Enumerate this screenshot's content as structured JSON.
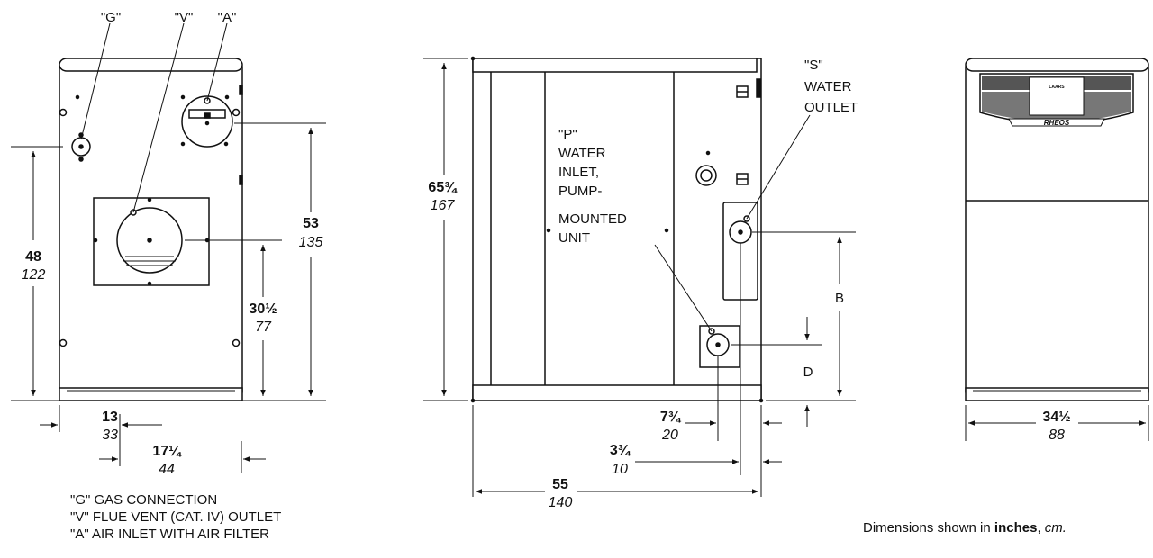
{
  "labels": {
    "G": "\"G\"",
    "V": "\"V\"",
    "A": "\"A\"",
    "S": [
      "\"S\"",
      "WATER",
      "OUTLET"
    ],
    "P": [
      "\"P\"",
      "WATER",
      "INLET,",
      "PUMP-",
      "MOUNTED",
      "UNIT"
    ],
    "B": "B",
    "D": "D",
    "brand": "LAARS",
    "model": "RHEOS"
  },
  "dimensions": {
    "rear_height_gas": {
      "inches": "48",
      "cm": "122"
    },
    "rear_height_air": {
      "inches": "53",
      "cm": "135"
    },
    "rear_height_flue": {
      "inches": "30½",
      "cm": "77"
    },
    "rear_gas_offset": {
      "inches": "13",
      "cm": "33"
    },
    "rear_flue_offset": {
      "inches": "17¼",
      "cm": "44"
    },
    "side_height": {
      "inches": "65¾",
      "cm": "167"
    },
    "side_inlet_offset": {
      "inches": "7¾",
      "cm": "20"
    },
    "side_outlet_offset": {
      "inches": "3¾",
      "cm": "10"
    },
    "side_depth": {
      "inches": "55",
      "cm": "140"
    },
    "front_width": {
      "inches": "34½",
      "cm": "88"
    }
  },
  "legend": [
    "\"G\" GAS CONNECTION",
    "\"V\" FLUE VENT (CAT. IV) OUTLET",
    "\"A\" AIR INLET WITH AIR FILTER"
  ],
  "note": {
    "prefix": "Dimensions shown in ",
    "bold": "inches",
    "sep": ", ",
    "italic": "cm."
  }
}
